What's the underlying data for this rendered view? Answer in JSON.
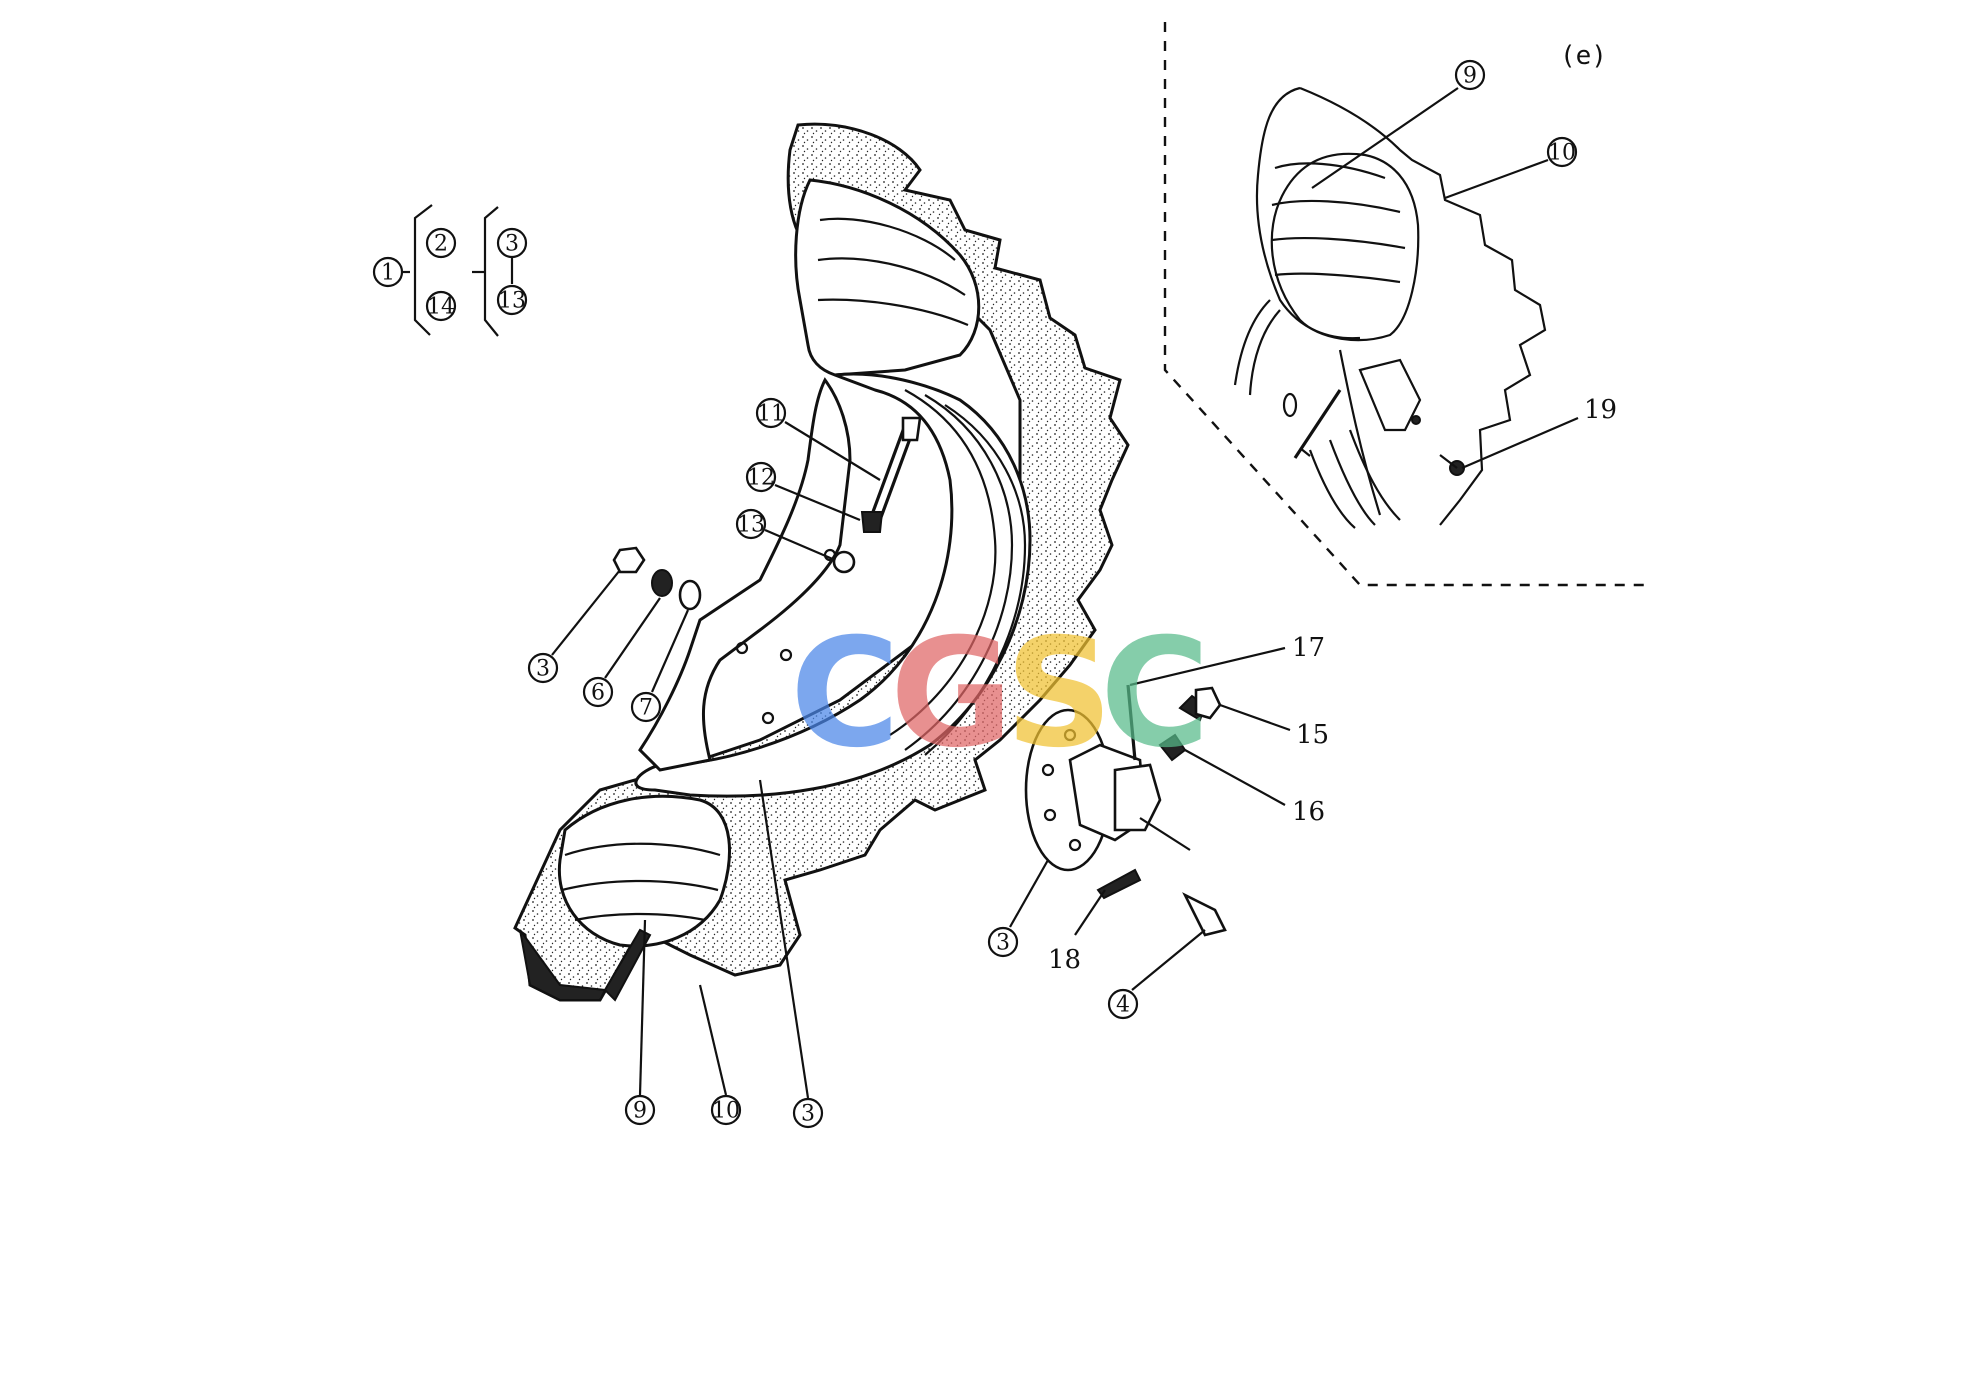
{
  "view_label": "(e)",
  "watermark": {
    "letters": [
      "C",
      "G",
      "S",
      "C"
    ],
    "colors": [
      "#4a86e8",
      "#e06666",
      "#f1c232",
      "#57bb8a"
    ]
  },
  "legend": {
    "root": "1",
    "group_a": [
      "2",
      "14"
    ],
    "group_b": [
      "3",
      "13"
    ]
  },
  "main_callouts": {
    "c11": "11",
    "c12": "12",
    "c13": "13",
    "c3_left": "3",
    "c6": "6",
    "c7": "7",
    "c17": "17",
    "c15": "15",
    "c16": "16",
    "c3_hub": "3",
    "c18": "18",
    "c4": "4",
    "c9": "9",
    "c10": "10",
    "c3_bottom": "3"
  },
  "inset_callouts": {
    "c9": "9",
    "c10": "10",
    "c19": "19"
  }
}
